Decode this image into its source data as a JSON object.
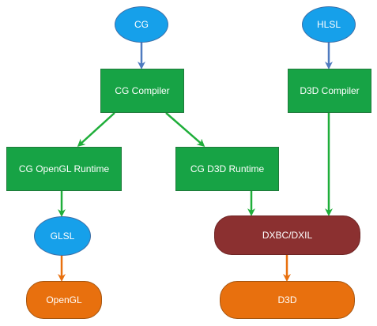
{
  "colors": {
    "ellipse_fill": "#16a0ea",
    "rect_fill": "#17a345",
    "dxbc_fill": "#8b3030",
    "orange_fill": "#e8700e",
    "arrow_blue": "#4f7bbf",
    "arrow_green": "#1fae3a",
    "arrow_orange": "#e8700e"
  },
  "nodes": {
    "cg": "CG",
    "hlsl": "HLSL",
    "cg_compiler": "CG Compiler",
    "d3d_compiler": "D3D Compiler",
    "cg_opengl_runtime": "CG OpenGL Runtime",
    "cg_d3d_runtime": "CG D3D Runtime",
    "glsl": "GLSL",
    "dxbc_dxil": "DXBC/DXIL",
    "opengl": "OpenGL",
    "d3d": "D3D"
  },
  "edges": [
    {
      "from": "cg",
      "to": "cg_compiler",
      "color": "blue"
    },
    {
      "from": "hlsl",
      "to": "d3d_compiler",
      "color": "blue"
    },
    {
      "from": "cg_compiler",
      "to": "cg_opengl_runtime",
      "color": "green"
    },
    {
      "from": "cg_compiler",
      "to": "cg_d3d_runtime",
      "color": "green"
    },
    {
      "from": "d3d_compiler",
      "to": "dxbc_dxil",
      "color": "green"
    },
    {
      "from": "cg_opengl_runtime",
      "to": "glsl",
      "color": "green"
    },
    {
      "from": "cg_d3d_runtime",
      "to": "dxbc_dxil",
      "color": "green"
    },
    {
      "from": "glsl",
      "to": "opengl",
      "color": "orange"
    },
    {
      "from": "dxbc_dxil",
      "to": "d3d",
      "color": "orange"
    }
  ]
}
